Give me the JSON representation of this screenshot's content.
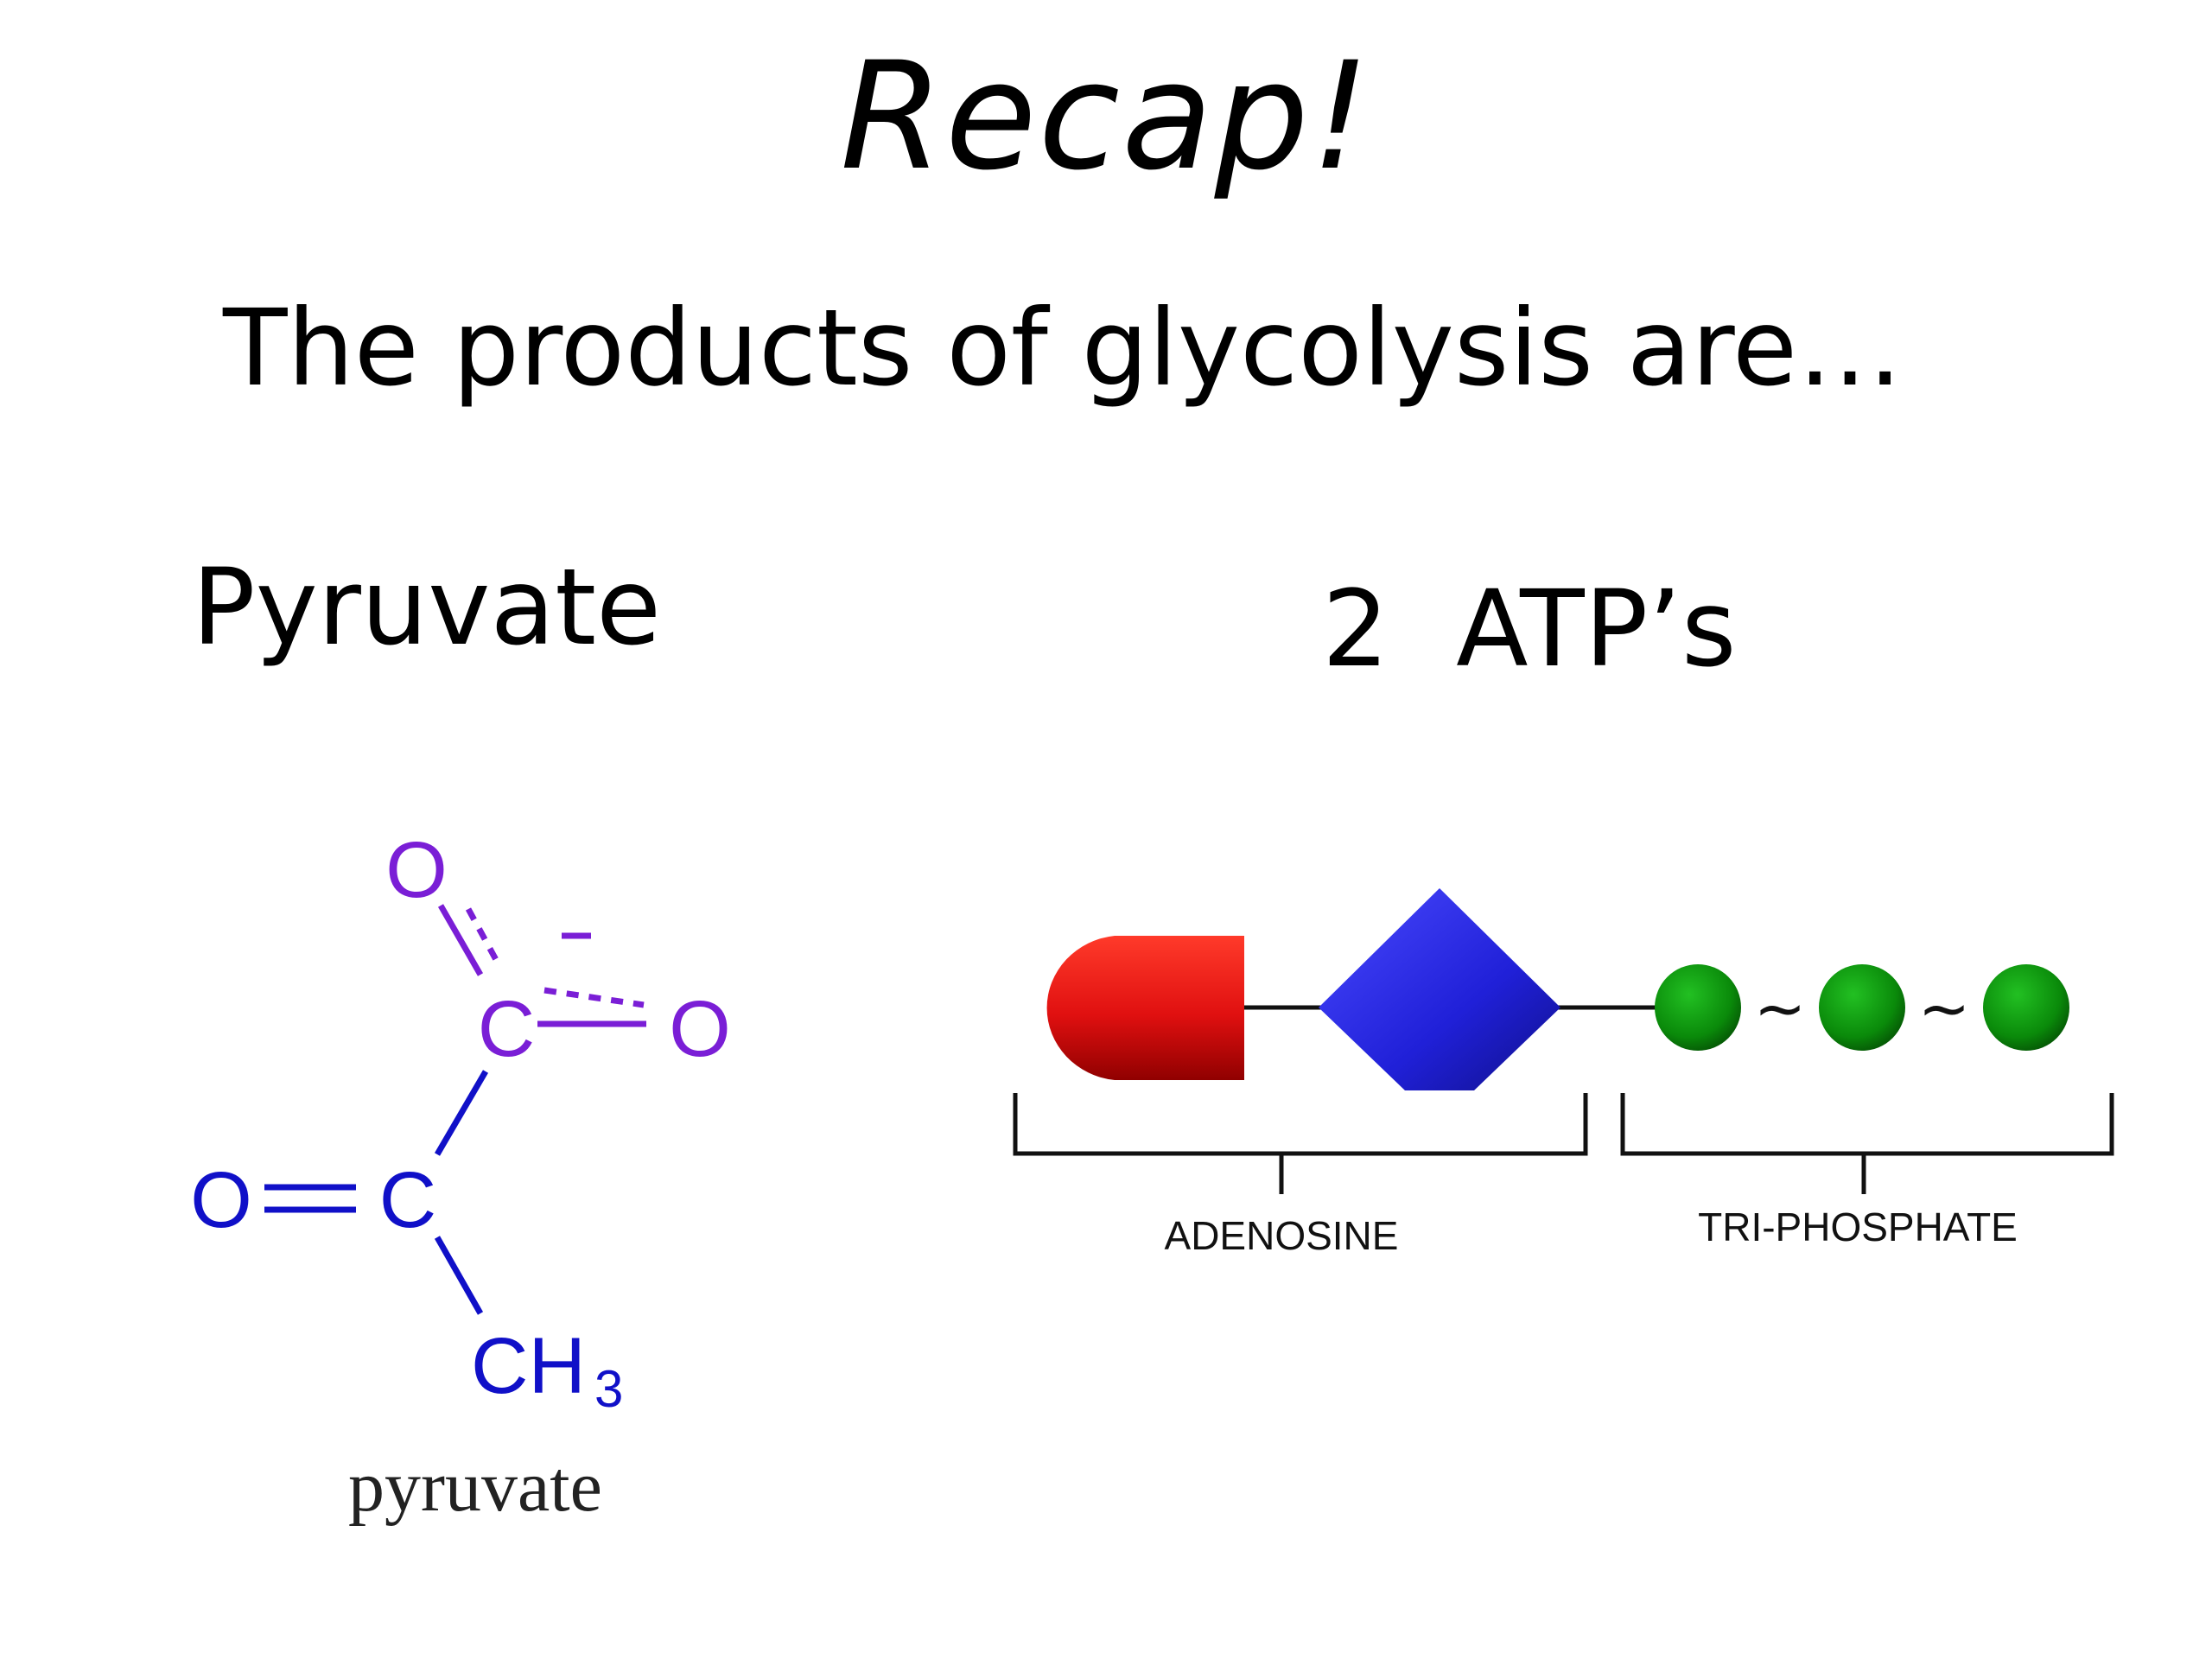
{
  "slide": {
    "title": "Recap!",
    "subtitle": "The products of glycolysis are…"
  },
  "left_panel": {
    "heading": "Pyruvate",
    "structure": {
      "atoms": {
        "o_top": "O",
        "c_upper": "C",
        "o_right": "O",
        "o_left": "O",
        "c_lower": "C",
        "ch3": "CH",
        "subscript": "3",
        "charge": "–"
      },
      "caption": "pyruvate",
      "colors": {
        "carboxylate": "#7a1ed6",
        "ketone": "#1010c8"
      }
    }
  },
  "right_panel": {
    "heading": "2  ATP’s",
    "diagram": {
      "adenosine_label": "ADENOSINE",
      "triphosphate_label": "TRI-PHOSPHATE",
      "bond_symbol": "~",
      "colors": {
        "adenine": "#e01010",
        "ribose": "#2020d8",
        "phosphate": "#0a8a0a"
      }
    }
  }
}
